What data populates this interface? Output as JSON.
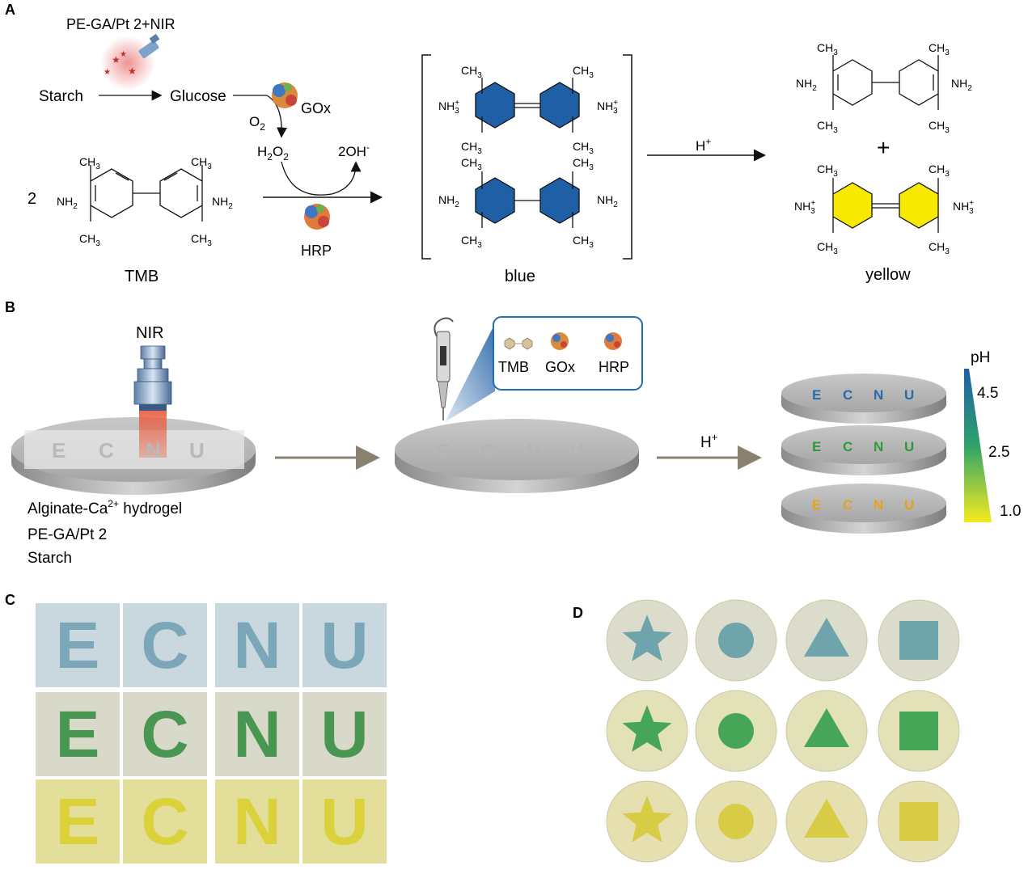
{
  "panel_labels": {
    "a": "A",
    "b": "B",
    "c": "C",
    "d": "D"
  },
  "panel_a": {
    "laser_label": "PE-GA/Pt 2+NIR",
    "starch": "Starch",
    "glucose": "Glucose",
    "gox": "GOx",
    "o2": {
      "main": "O",
      "sub": "2"
    },
    "h2o2": {
      "h": "H",
      "h_sub": "2",
      "o": "O",
      "o_sub": "2"
    },
    "hydroxide": {
      "main": "2OH",
      "sup": "-"
    },
    "hrp": "HRP",
    "coefficient": "2",
    "tmb": "TMB",
    "blue": "blue",
    "yellow": "yellow",
    "proton": {
      "main": "H",
      "sup": "+"
    },
    "plus_sign": "+",
    "ch3": {
      "main": "CH",
      "sub": "3"
    },
    "nh2": {
      "main": "NH",
      "sub": "2"
    },
    "nh3": {
      "main": "NH",
      "sub": "3",
      "sup": "+"
    }
  },
  "panel_b": {
    "nir": "NIR",
    "letters": [
      "E",
      "C",
      "N",
      "U"
    ],
    "label_line1": {
      "main": "Alginate-Ca",
      "sup": "2+",
      "rest": " hydrogel"
    },
    "label_line2": "PE-GA/Pt 2",
    "label_line3": "Starch",
    "callout": [
      "TMB",
      "GOx",
      "HRP"
    ],
    "proton": {
      "main": "H",
      "sup": "+"
    },
    "ph_title": "pH",
    "ph_ticks": [
      "4.5",
      "2.5",
      "1.0"
    ]
  },
  "colors": {
    "blue_ring": "#1f5fa6",
    "yellow_ring": "#f2e600",
    "ecnu_blue": "#2a6aa8",
    "ecnu_green": "#2e9a3a",
    "ecnu_orange": "#e6a21a",
    "grad_top": "#1f5fa6",
    "grad_mid": "#2fa36a",
    "grad_bottom": "#f5eb1e"
  },
  "panel_c": {
    "letters": [
      "E",
      "C",
      "N",
      "U"
    ],
    "rows": [
      "blue",
      "green",
      "yellow"
    ]
  },
  "panel_d": {
    "shapes": [
      "star",
      "circle",
      "triangle",
      "square"
    ],
    "rows": [
      "blue",
      "green",
      "yellow"
    ]
  }
}
